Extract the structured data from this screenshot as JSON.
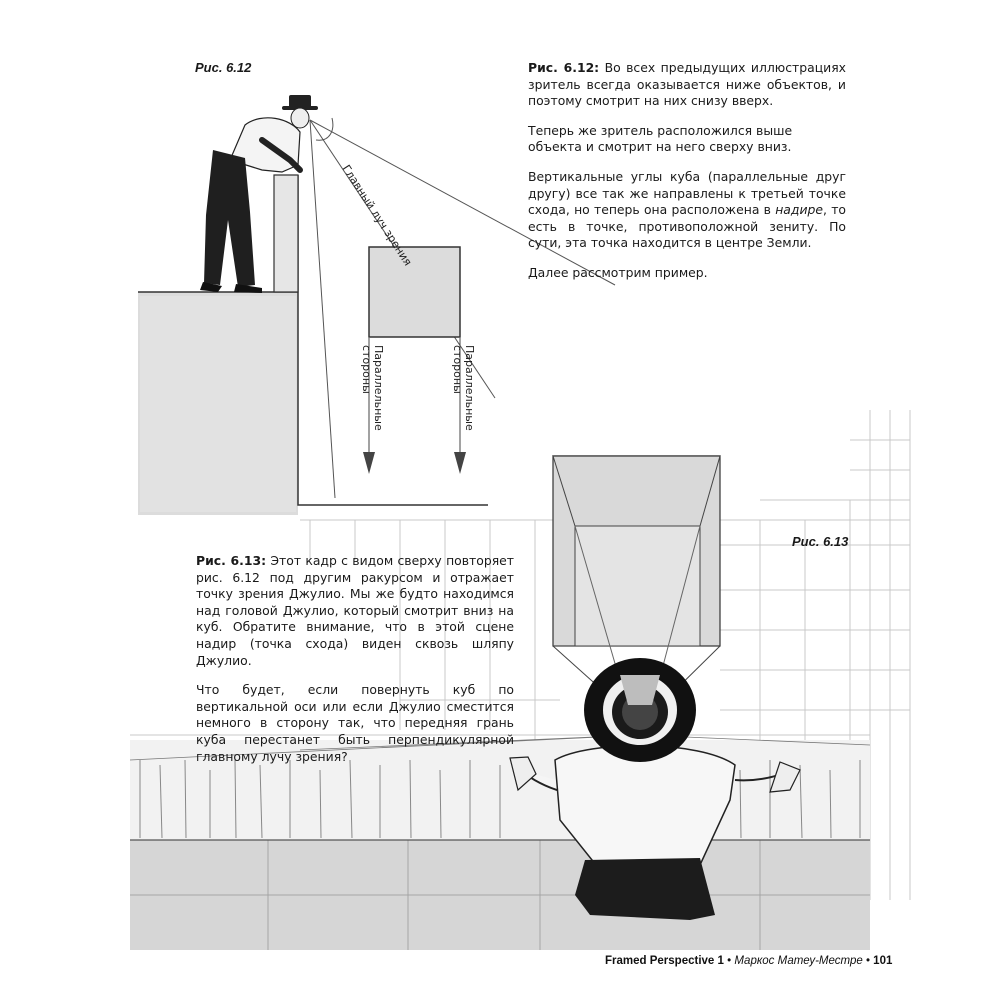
{
  "fig612": {
    "label": "Рис. 6.12",
    "main_ray_label": "Главный луч зрения",
    "parallel_left": "Параллельные стороны",
    "parallel_right": "Параллельные стороны",
    "caption_title": "Рис. 6.12:",
    "caption_p1": "Во всех предыдущих иллюстрациях зритель всегда оказывается ниже объектов, и поэтому смотрит на них снизу вверх.",
    "caption_p2": "Теперь же зритель расположился выше объекта и смотрит на него сверху вниз.",
    "caption_p3_a": "Вертикальные углы куба (параллельные друг другу) все так же направлены к третьей точке схода, но теперь она расположена в ",
    "caption_p3_em": "надире",
    "caption_p3_b": ", то есть в точке, противоположной зениту. По сути, эта точка находится в центре Земли.",
    "caption_p4": "Далее рассмотрим пример."
  },
  "fig613": {
    "label": "Рис. 6.13",
    "caption_title": "Рис. 6.13:",
    "caption_p1": "Этот кадр с видом сверху повторяет рис. 6.12 под другим ракурсом и отражает точку зрения Джулио. Мы же будто находимся над головой Джулио, который смотрит вниз на куб. Обратите внимание, что в этой сцене надир (точка схода) виден сквозь шляпу Джулио.",
    "caption_p2": "Что будет, если повернуть куб по вертикальной оси или если Джулио сместится немного в сторону так, что передняя грань куба перестанет быть перпендикулярной главному лучу зрения?"
  },
  "footer": {
    "book": "Framed Perspective 1",
    "sep": "•",
    "author": "Маркос Матеу-Местре",
    "page": "101"
  }
}
